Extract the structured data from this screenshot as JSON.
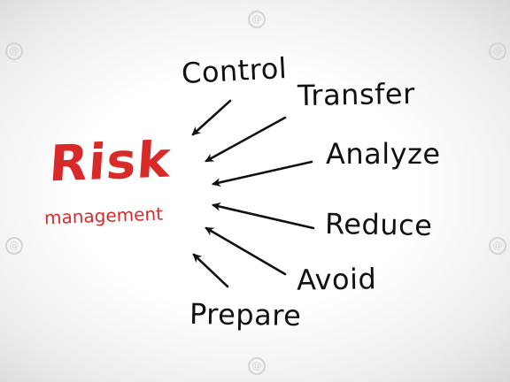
{
  "title": "Risk",
  "subtitle": "management",
  "branches": [
    {
      "id": "control",
      "label": "Control"
    },
    {
      "id": "transfer",
      "label": "Transfer"
    },
    {
      "id": "analyze",
      "label": "Analyze"
    },
    {
      "id": "reduce",
      "label": "Reduce"
    },
    {
      "id": "avoid",
      "label": "Avoid"
    },
    {
      "id": "prepare",
      "label": "Prepare"
    }
  ],
  "colors": {
    "title": "#d92a2a",
    "text": "#111111",
    "arrow": "#111111"
  },
  "icons": [
    "watermark-spiral-icon"
  ]
}
